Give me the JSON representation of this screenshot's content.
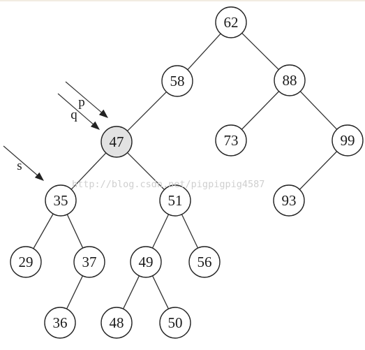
{
  "tree": {
    "highlight_color": "#e2e2e2",
    "nodes": [
      {
        "id": "n62",
        "label": "62"
      },
      {
        "id": "n58",
        "label": "58"
      },
      {
        "id": "n88",
        "label": "88"
      },
      {
        "id": "n47",
        "label": "47",
        "highlight": true
      },
      {
        "id": "n73",
        "label": "73"
      },
      {
        "id": "n99",
        "label": "99"
      },
      {
        "id": "n35",
        "label": "35"
      },
      {
        "id": "n51",
        "label": "51"
      },
      {
        "id": "n93",
        "label": "93"
      },
      {
        "id": "n29",
        "label": "29"
      },
      {
        "id": "n37",
        "label": "37"
      },
      {
        "id": "n49",
        "label": "49"
      },
      {
        "id": "n56",
        "label": "56"
      },
      {
        "id": "n36",
        "label": "36"
      },
      {
        "id": "n48",
        "label": "48"
      },
      {
        "id": "n50",
        "label": "50"
      }
    ],
    "edges": [
      [
        "n62",
        "n58"
      ],
      [
        "n62",
        "n88"
      ],
      [
        "n58",
        "n47"
      ],
      [
        "n88",
        "n73"
      ],
      [
        "n88",
        "n99"
      ],
      [
        "n47",
        "n35"
      ],
      [
        "n47",
        "n51"
      ],
      [
        "n99",
        "n93"
      ],
      [
        "n35",
        "n29"
      ],
      [
        "n35",
        "n37"
      ],
      [
        "n51",
        "n49"
      ],
      [
        "n51",
        "n56"
      ],
      [
        "n37",
        "n36"
      ],
      [
        "n49",
        "n48"
      ],
      [
        "n49",
        "n50"
      ]
    ]
  },
  "pointers": [
    {
      "id": "p",
      "label": "p"
    },
    {
      "id": "q",
      "label": "q"
    },
    {
      "id": "s",
      "label": "s"
    }
  ],
  "watermark": "http://blog.csdn.net/pigpigpig4587"
}
